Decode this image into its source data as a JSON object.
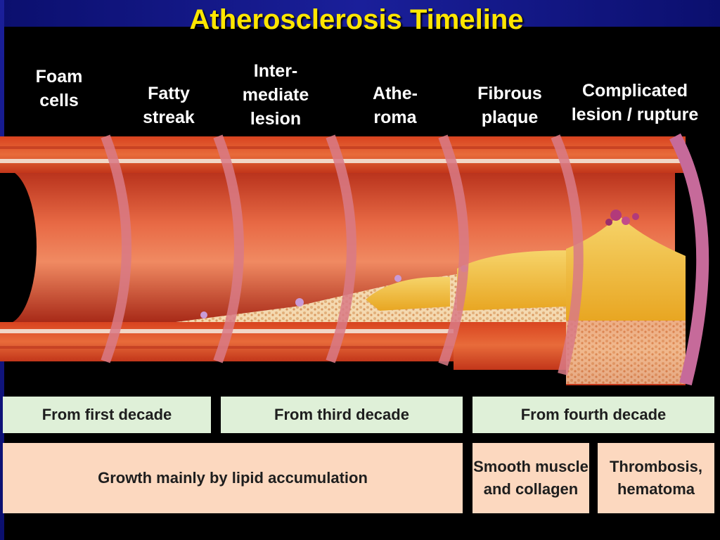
{
  "title": "Atherosclerosis Timeline",
  "stages": [
    {
      "lines": [
        "Foam",
        "cells"
      ]
    },
    {
      "lines": [
        "Fatty",
        "streak"
      ]
    },
    {
      "lines": [
        "Inter-",
        "mediate",
        "lesion"
      ]
    },
    {
      "lines": [
        "Athe-",
        "roma"
      ]
    },
    {
      "lines": [
        "Fibrous",
        "plaque"
      ]
    },
    {
      "lines": [
        "Complicated",
        "lesion / rupture"
      ]
    }
  ],
  "onset": [
    "From first decade",
    "From third decade",
    "From fourth decade"
  ],
  "growth": {
    "lipid": "Growth mainly by lipid accumulation",
    "smooth_muscle": [
      "Smooth muscle",
      "and collagen"
    ],
    "thrombosis": [
      "Thrombosis,",
      "hematoma"
    ]
  },
  "colors": {
    "title": "#ffe600",
    "onset_box": "#dff0d8",
    "growth_box": "#fcd8bf",
    "vessel_wall": "#c8391e",
    "plaque": "#f2c230"
  }
}
